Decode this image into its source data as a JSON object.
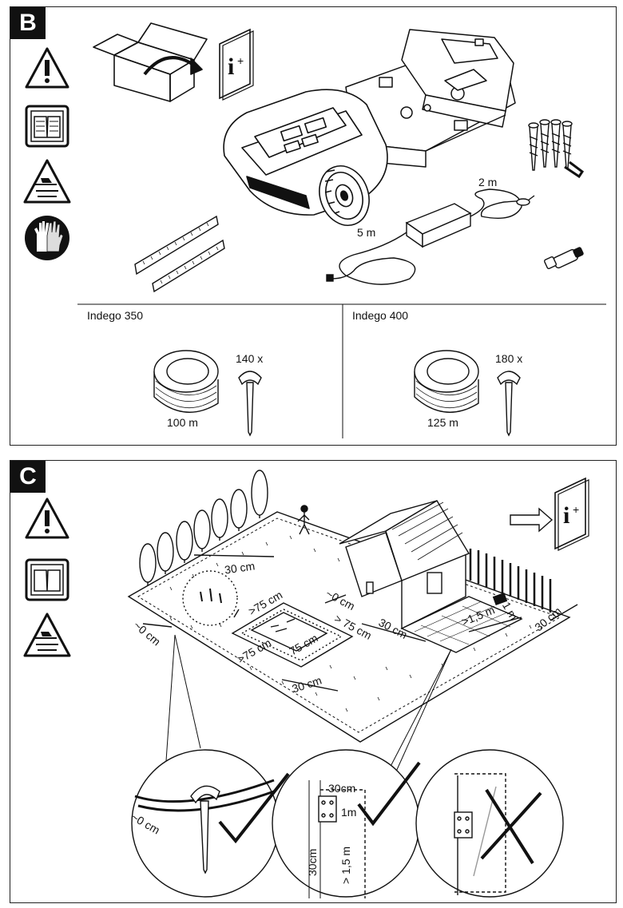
{
  "sectionB": {
    "letter": "B",
    "powerCableLength": "2 m",
    "lowVoltageCableLength": "5 m",
    "models": [
      {
        "name": "Indego 350",
        "wireLength": "100 m",
        "pegCount": "140 x"
      },
      {
        "name": "Indego 400",
        "wireLength": "125 m",
        "pegCount": "180 x"
      }
    ],
    "icons": [
      "warning-icon",
      "manual-book-icon",
      "hand-injury-warning-icon",
      "gloves-icon",
      "box-unpacking-icon",
      "information-booklet-icon"
    ]
  },
  "sectionC": {
    "letter": "C",
    "labels": {
      "d30cmTop": "30 cm",
      "d0cmLeft": "~0 cm",
      "d75Pond1": ">75 cm",
      "d75Pond2": ">75 cm",
      "d75PondIn": "75 cm",
      "d0cmHouse": "~0 cm",
      "d75Patio": "> 75 cm",
      "d30Patio": "30 cm",
      "d15": ">1,5 m",
      "d1m": "1 m",
      "d30Right": "30 cm",
      "d30Bottom": "30 cm"
    },
    "detail1": {
      "label": "~0 cm",
      "status": "correct"
    },
    "detail2": {
      "top": "30cm",
      "right": "1m",
      "left": "30cm",
      "bottom": "> 1,5 m",
      "status": "correct"
    },
    "detail3": {
      "status": "incorrect"
    },
    "icons": [
      "warning-icon",
      "manual-book-icon",
      "hand-injury-warning-icon",
      "arrow-right-icon",
      "information-booklet-icon",
      "checkmark-icon",
      "cross-icon"
    ]
  }
}
